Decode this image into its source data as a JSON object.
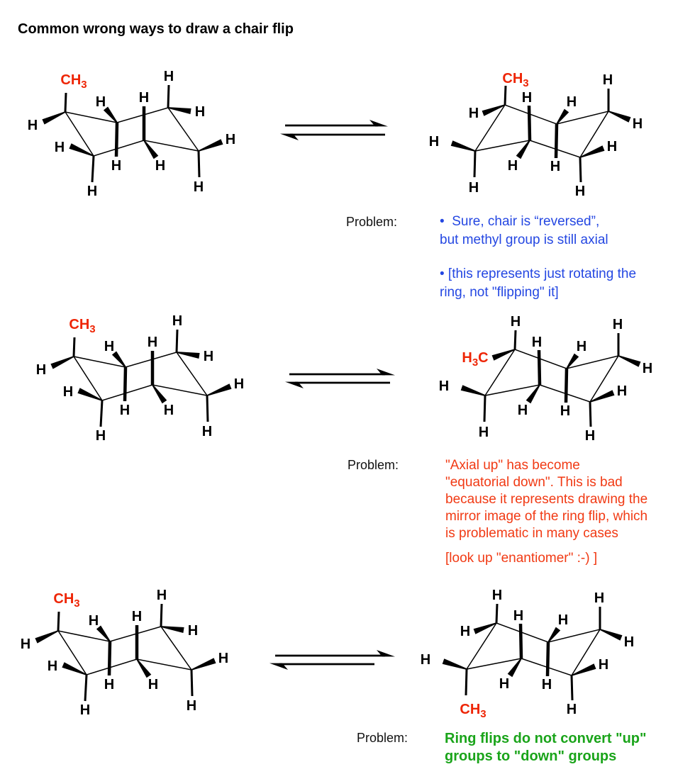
{
  "title": "Common wrong ways to draw a chair flip",
  "atom_h_label": "H",
  "colors": {
    "bond": "#000000",
    "substituent_red": "#ee2505",
    "problem_label": "#111111",
    "blue_text": "#2447e2",
    "red_text": "#f13a14",
    "green_text": "#1aa41a"
  },
  "rows": [
    {
      "problem_label": "Problem:",
      "text_color": "#2447e2",
      "text_bold": false,
      "paragraphs": [
        [
          "•  Sure, chair is “reversed”,",
          "but methyl group is still axial"
        ],
        [
          "• [this represents just rotating the",
          "ring, not \"flipping\" it]"
        ]
      ],
      "left_chair": {
        "variant": "normal",
        "substituents": {
          "v1ax": {
            "text": "CH3",
            "red": true
          }
        }
      },
      "right_chair": {
        "variant": "mirrored",
        "substituents": {
          "bax": {
            "text": "CH3",
            "red": true
          }
        }
      }
    },
    {
      "problem_label": "Problem:",
      "text_color": "#f13a14",
      "text_bold": false,
      "paragraphs": [
        [
          "\"Axial up\" has become",
          "\"equatorial down\". This is bad",
          "because it represents drawing the",
          "mirror image of the ring flip, which",
          "is problematic in many cases"
        ],
        [
          "[look up \"enantiomer\" :-) ]"
        ]
      ],
      "left_chair": {
        "variant": "normal",
        "substituents": {
          "v1ax": {
            "text": "CH3",
            "red": true
          }
        }
      },
      "right_chair": {
        "variant": "mirrored",
        "substituents": {
          "beq": {
            "text": "H3C",
            "red": true
          }
        }
      }
    },
    {
      "problem_label": "Problem:",
      "text_color": "#1aa41a",
      "text_bold": true,
      "paragraphs": [
        [
          "Ring flips do not convert \"up\"",
          "groups to \"down\" groups"
        ]
      ],
      "left_chair": {
        "variant": "normal",
        "substituents": {
          "v1ax": {
            "text": "CH3",
            "red": true
          }
        }
      },
      "right_chair": {
        "variant": "mirrored",
        "substituents": {
          "aax": {
            "text": "CH3",
            "red": true
          }
        }
      }
    }
  ]
}
